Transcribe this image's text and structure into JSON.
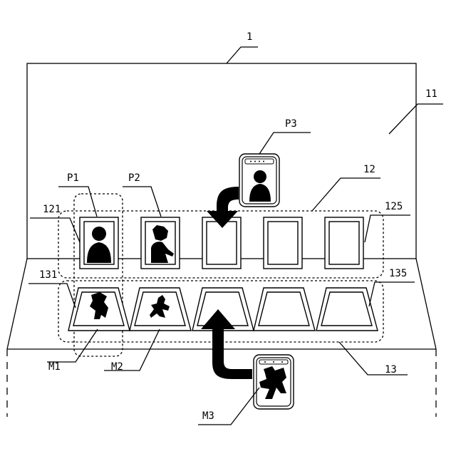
{
  "labels": {
    "device": "1",
    "display": "11",
    "upper_area": "12",
    "lower_area": "13",
    "slot_121": "121",
    "slot_125": "125",
    "slot_131": "131",
    "slot_135": "135",
    "p1": "P1",
    "p2": "P2",
    "p3": "P3",
    "m1": "M1",
    "m2": "M2",
    "m3": "M3"
  },
  "colors": {
    "line": "#000000",
    "background": "#ffffff",
    "silhouette": "#000000"
  },
  "icons": {
    "arrow_down": "curved-arrow-down-icon",
    "arrow_up": "arrow-up-icon",
    "person": "person-silhouette-icon",
    "monster": "monster-silhouette-icon"
  }
}
